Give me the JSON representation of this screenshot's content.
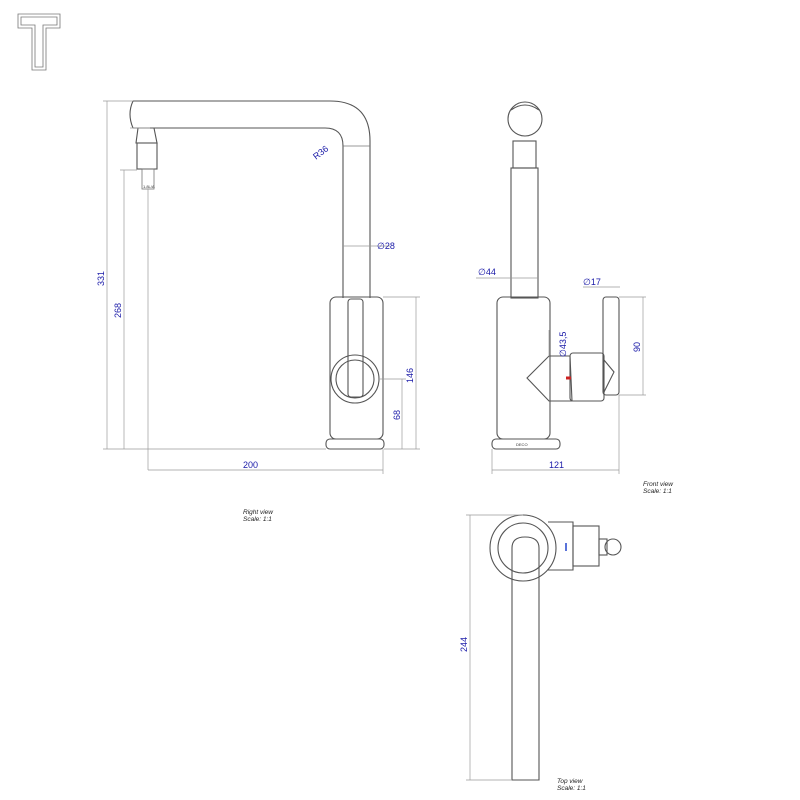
{
  "dimensions": {
    "right_view": {
      "total_height": "331",
      "spout_height": "268",
      "spout_radius": "R36",
      "pipe_diameter": "∅28",
      "body_height": "146",
      "handle_height": "68",
      "reach": "200"
    },
    "front_view": {
      "body_diameter": "∅44",
      "handle_diameter": "∅17",
      "hub_diameter": "∅43,5",
      "handle_length": "90",
      "width": "121"
    },
    "top_view": {
      "depth": "244"
    }
  },
  "captions": {
    "right_view": {
      "title": "Right view",
      "scale": "Scale:  1:1"
    },
    "front_view": {
      "title": "Front view",
      "scale": "Scale:  1:1"
    },
    "top_view": {
      "title": "Top view",
      "scale": "Scale:  1:1"
    }
  },
  "marks": {
    "aerator_label": "1.8L/A",
    "base_brand": "DECO"
  },
  "colors": {
    "dimension_text": "#1a1aa8",
    "outline": "#555555",
    "hot_marker": "#cc2222",
    "cold_marker": "#2244cc"
  }
}
